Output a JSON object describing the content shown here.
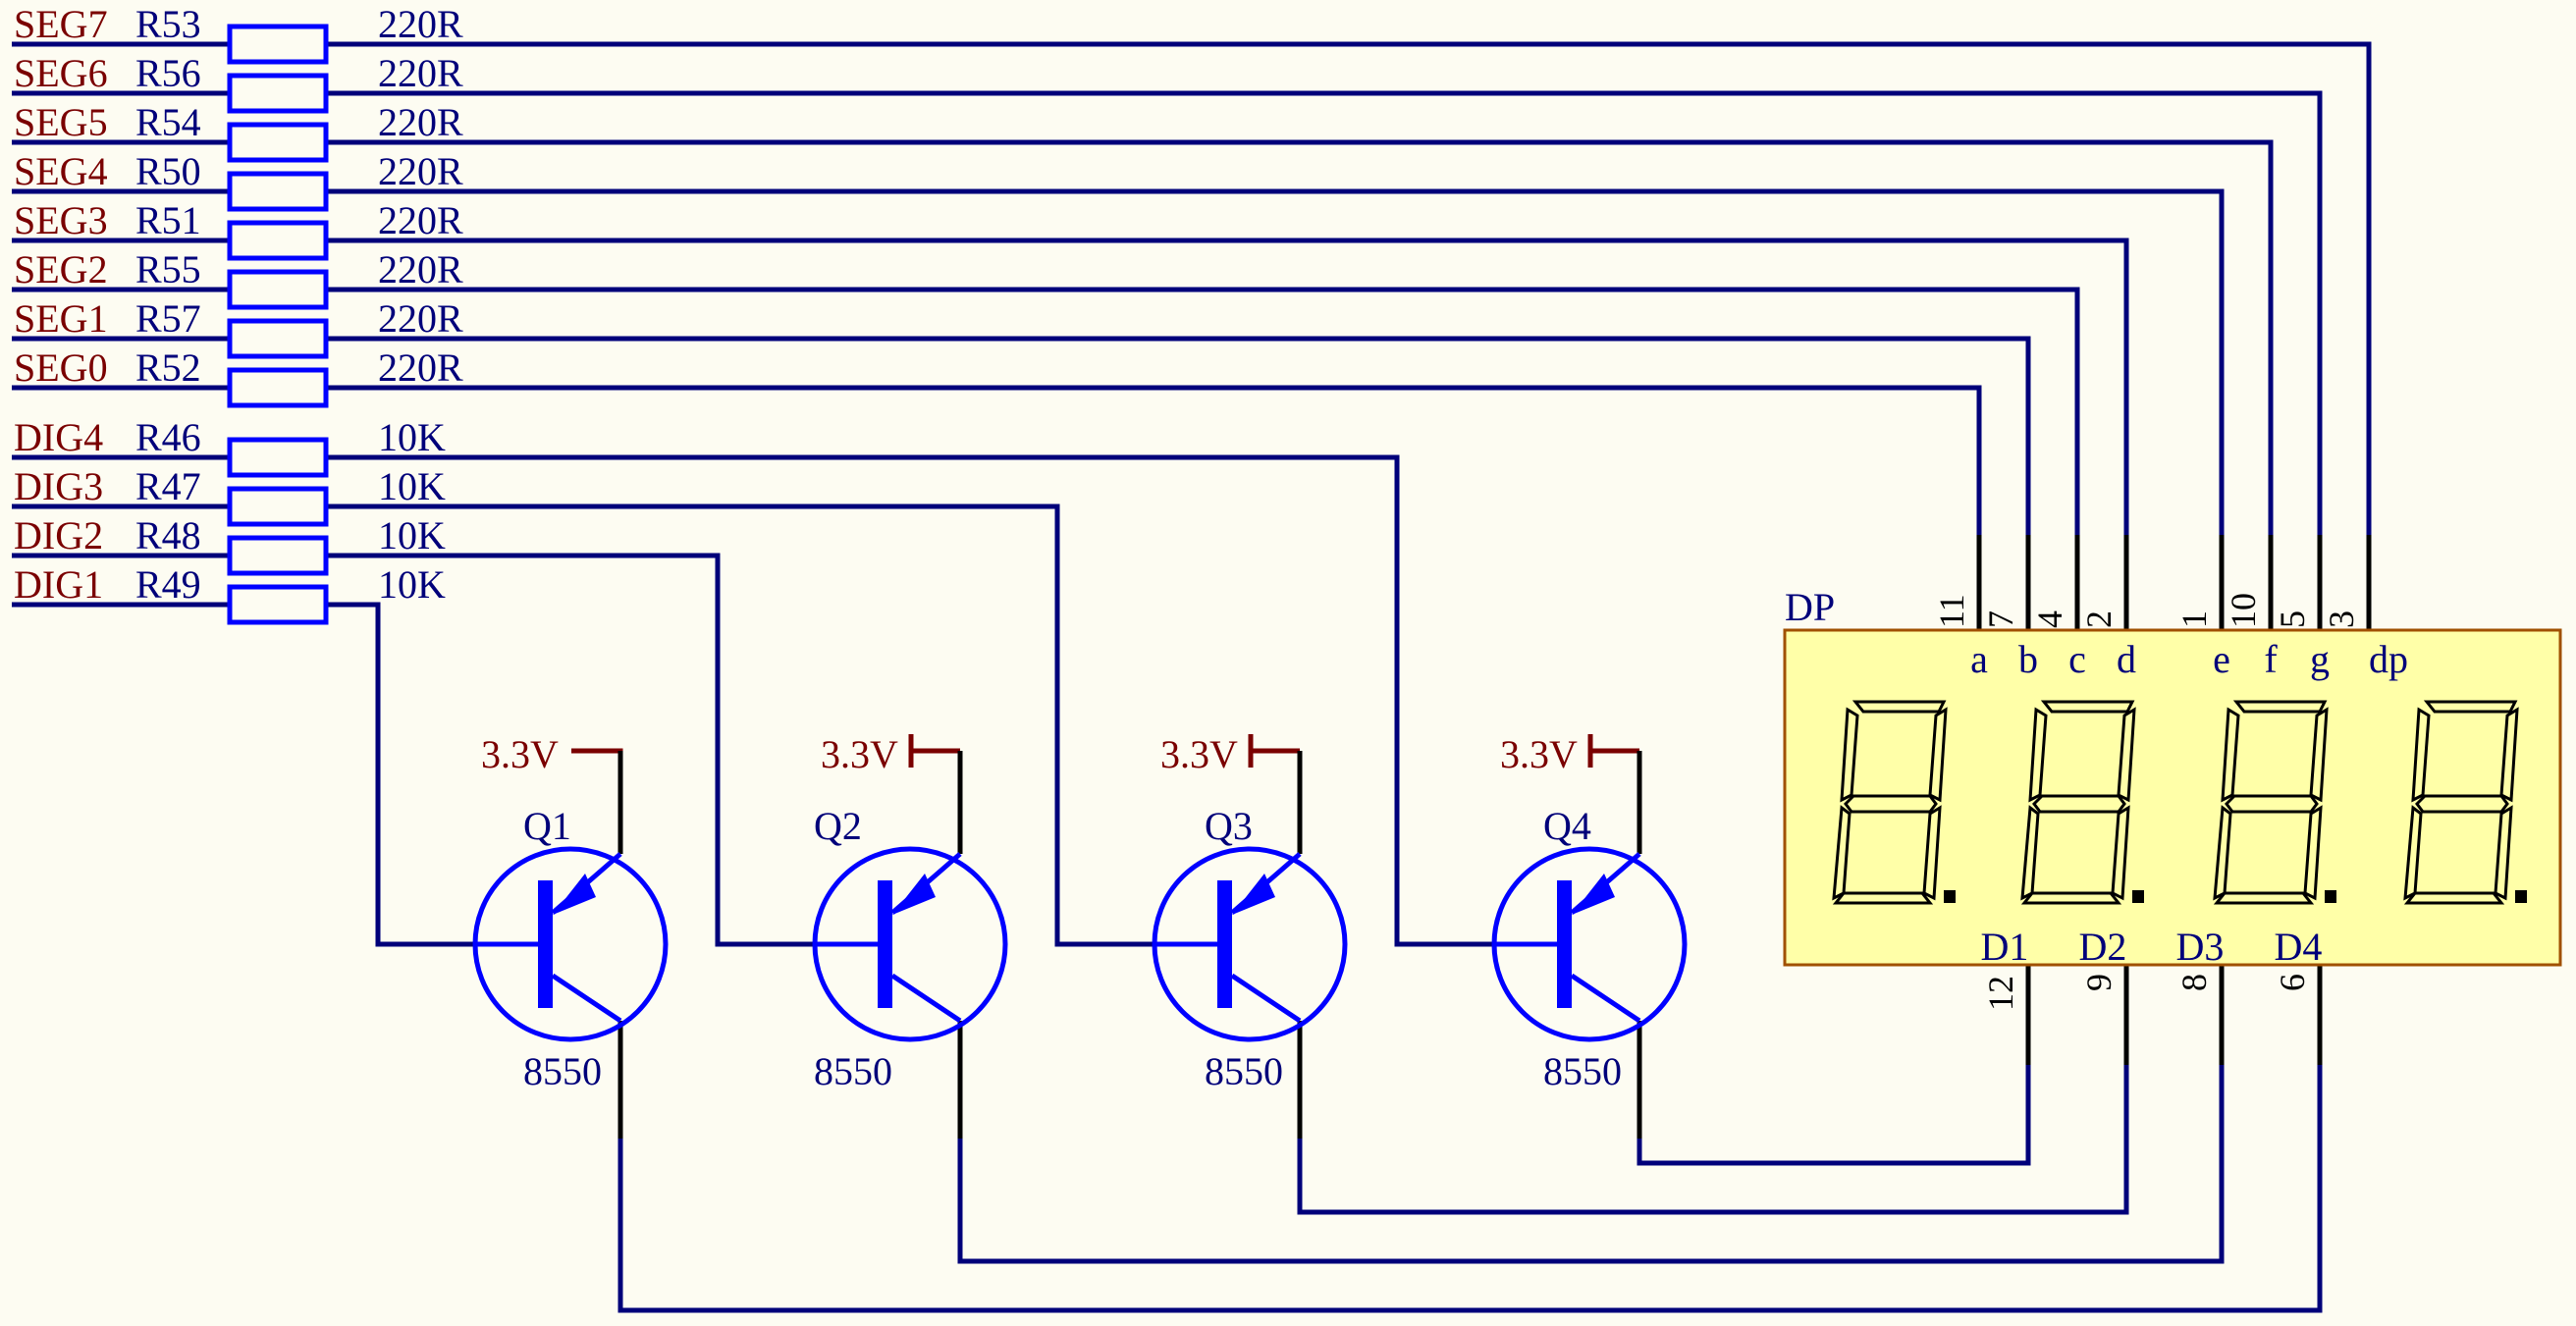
{
  "colors": {
    "background": "#fdfcf2",
    "wire": "#00007a",
    "net_label": "#7a0000",
    "component": "#0000ff",
    "display_fill": "#ffffa8"
  },
  "segment_resistors": [
    {
      "net": "SEG7",
      "ref": "R53",
      "value": "220R"
    },
    {
      "net": "SEG6",
      "ref": "R56",
      "value": "220R"
    },
    {
      "net": "SEG5",
      "ref": "R54",
      "value": "220R"
    },
    {
      "net": "SEG4",
      "ref": "R50",
      "value": "220R"
    },
    {
      "net": "SEG3",
      "ref": "R51",
      "value": "220R"
    },
    {
      "net": "SEG2",
      "ref": "R55",
      "value": "220R"
    },
    {
      "net": "SEG1",
      "ref": "R57",
      "value": "220R"
    },
    {
      "net": "SEG0",
      "ref": "R52",
      "value": "220R"
    }
  ],
  "digit_resistors": [
    {
      "net": "DIG4",
      "ref": "R46",
      "value": "10K"
    },
    {
      "net": "DIG3",
      "ref": "R47",
      "value": "10K"
    },
    {
      "net": "DIG2",
      "ref": "R48",
      "value": "10K"
    },
    {
      "net": "DIG1",
      "ref": "R49",
      "value": "10K"
    }
  ],
  "transistors": [
    {
      "ref": "Q1",
      "part": "8550",
      "supply": "3.3V"
    },
    {
      "ref": "Q2",
      "part": "8550",
      "supply": "3.3V"
    },
    {
      "ref": "Q3",
      "part": "8550",
      "supply": "3.3V"
    },
    {
      "ref": "Q4",
      "part": "8550",
      "supply": "3.3V"
    }
  ],
  "display": {
    "ref": "DP",
    "top_pins": [
      {
        "num": "11",
        "seg": "a"
      },
      {
        "num": "7",
        "seg": "b"
      },
      {
        "num": "4",
        "seg": "c"
      },
      {
        "num": "2",
        "seg": "d"
      },
      {
        "num": "1",
        "seg": "e"
      },
      {
        "num": "10",
        "seg": "f"
      },
      {
        "num": "5",
        "seg": "g"
      },
      {
        "num": "3",
        "seg": "dp"
      }
    ],
    "bottom_pins": [
      {
        "num": "12",
        "label": "D1"
      },
      {
        "num": "9",
        "label": "D2"
      },
      {
        "num": "8",
        "label": "D3"
      },
      {
        "num": "6",
        "label": "D4"
      }
    ]
  }
}
